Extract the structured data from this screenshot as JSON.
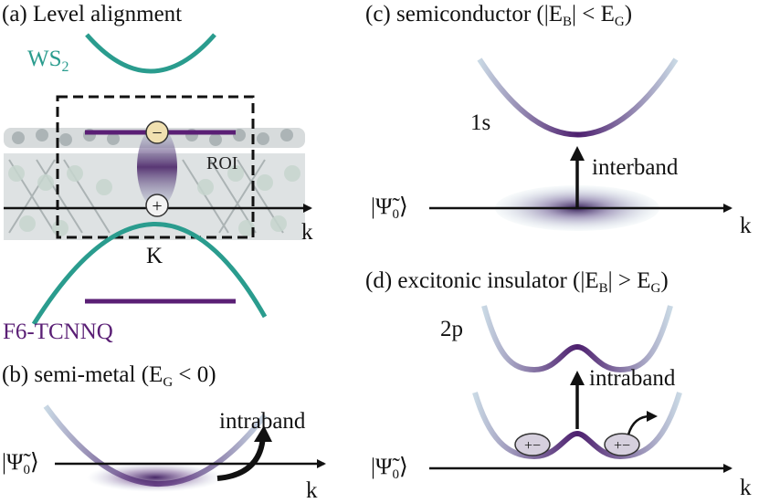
{
  "panel_a": {
    "title": "(a) Level alignment",
    "ws2_label_main": "WS",
    "ws2_label_sub": "2",
    "roi_label": "ROI",
    "k_label": "k",
    "K_label": "K",
    "f6_label": "F6-TCNNQ",
    "electron_symbol": "−",
    "hole_symbol": "+"
  },
  "panel_b": {
    "title": "(b) semi-metal (E",
    "title_sub": "G",
    "title_end": " < 0)",
    "psi_label": "|Ψ̃",
    "psi_sub": "0",
    "psi_end": "⟩",
    "intraband_label": "intraband",
    "k_label": "k"
  },
  "panel_c": {
    "title": "(c)  semiconductor (|E",
    "title_sub1": "B",
    "title_mid": "| < E",
    "title_sub2": "G",
    "title_end": ")",
    "state_label": "1s",
    "interband_label": "interband",
    "psi_label": "|Ψ̃",
    "psi_sub": "0",
    "psi_end": "⟩",
    "k_label": "k"
  },
  "panel_d": {
    "title": "(d)  excitonic insulator (|E",
    "title_sub1": "B",
    "title_mid": "| > E",
    "title_sub2": "G",
    "title_end": ")",
    "state_label": "2p",
    "intraband_label": "intraband",
    "psi_label": "|Ψ̃",
    "psi_sub": "0",
    "psi_end": "⟩",
    "k_label": "k",
    "exciton_symbol": "+−"
  },
  "colors": {
    "teal": "#2a9c8e",
    "purple": "#5a1f75",
    "band_light": "#c3d3e0",
    "black": "#111111"
  }
}
